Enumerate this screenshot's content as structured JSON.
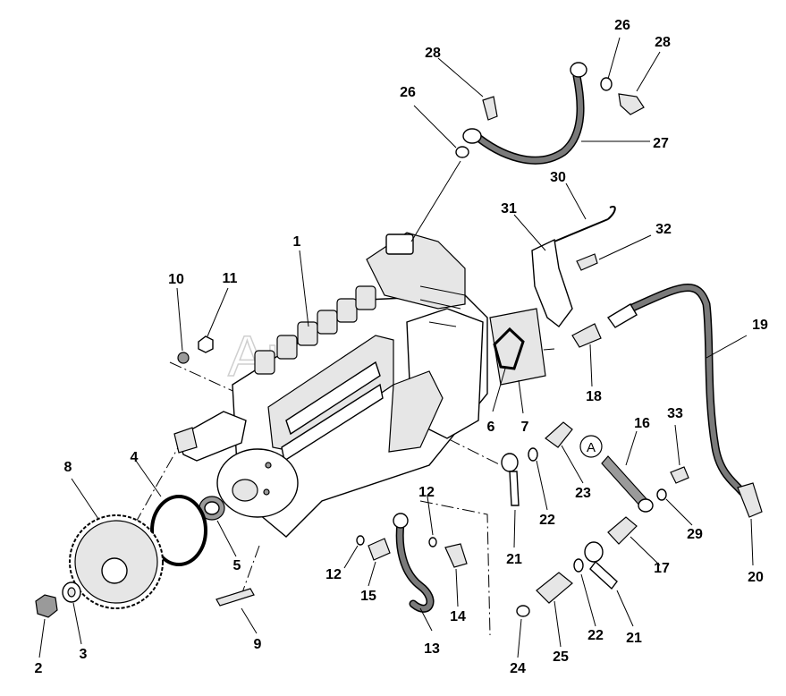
{
  "watermark": "AutoSoft",
  "detail_marker": "A",
  "callouts": [
    {
      "id": "c1",
      "label": "1"
    },
    {
      "id": "c2",
      "label": "2"
    },
    {
      "id": "c3",
      "label": "3"
    },
    {
      "id": "c4",
      "label": "4"
    },
    {
      "id": "c5",
      "label": "5"
    },
    {
      "id": "c6",
      "label": "6"
    },
    {
      "id": "c7",
      "label": "7"
    },
    {
      "id": "c8",
      "label": "8"
    },
    {
      "id": "c9",
      "label": "9"
    },
    {
      "id": "c10",
      "label": "10"
    },
    {
      "id": "c11",
      "label": "11"
    },
    {
      "id": "c12a",
      "label": "12"
    },
    {
      "id": "c12b",
      "label": "12"
    },
    {
      "id": "c13",
      "label": "13"
    },
    {
      "id": "c14",
      "label": "14"
    },
    {
      "id": "c15",
      "label": "15"
    },
    {
      "id": "c16",
      "label": "16"
    },
    {
      "id": "c17",
      "label": "17"
    },
    {
      "id": "c18",
      "label": "18"
    },
    {
      "id": "c19",
      "label": "19"
    },
    {
      "id": "c20",
      "label": "20"
    },
    {
      "id": "c21a",
      "label": "21"
    },
    {
      "id": "c21b",
      "label": "21"
    },
    {
      "id": "c22a",
      "label": "22"
    },
    {
      "id": "c22b",
      "label": "22"
    },
    {
      "id": "c23",
      "label": "23"
    },
    {
      "id": "c24",
      "label": "24"
    },
    {
      "id": "c25",
      "label": "25"
    },
    {
      "id": "c26a",
      "label": "26"
    },
    {
      "id": "c26b",
      "label": "26"
    },
    {
      "id": "c27",
      "label": "27"
    },
    {
      "id": "c28a",
      "label": "28"
    },
    {
      "id": "c28b",
      "label": "28"
    },
    {
      "id": "c29",
      "label": "29"
    },
    {
      "id": "c30",
      "label": "30"
    },
    {
      "id": "c31",
      "label": "31"
    },
    {
      "id": "c32",
      "label": "32"
    },
    {
      "id": "c33",
      "label": "33"
    }
  ]
}
